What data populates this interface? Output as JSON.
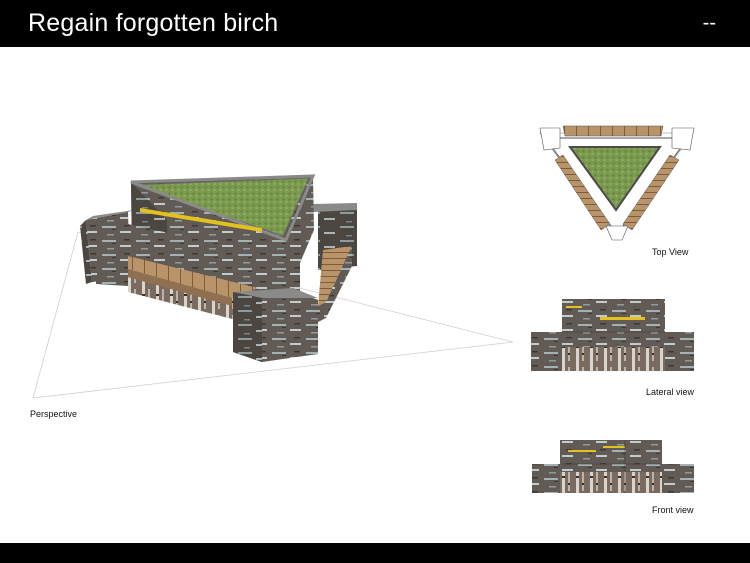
{
  "header": {
    "title": "Regain forgotten birch",
    "page_number": "--"
  },
  "views": {
    "perspective": "Perspective",
    "top": "Top View",
    "lateral": "Lateral view",
    "front": "Front view"
  },
  "colors": {
    "bar": "#000000",
    "bark_dark": "#5e5853",
    "bark_light": "#9aa8ab",
    "grass": "#7a9a4e",
    "wood": "#b58f66",
    "accent_yellow": "#e3c21d"
  }
}
